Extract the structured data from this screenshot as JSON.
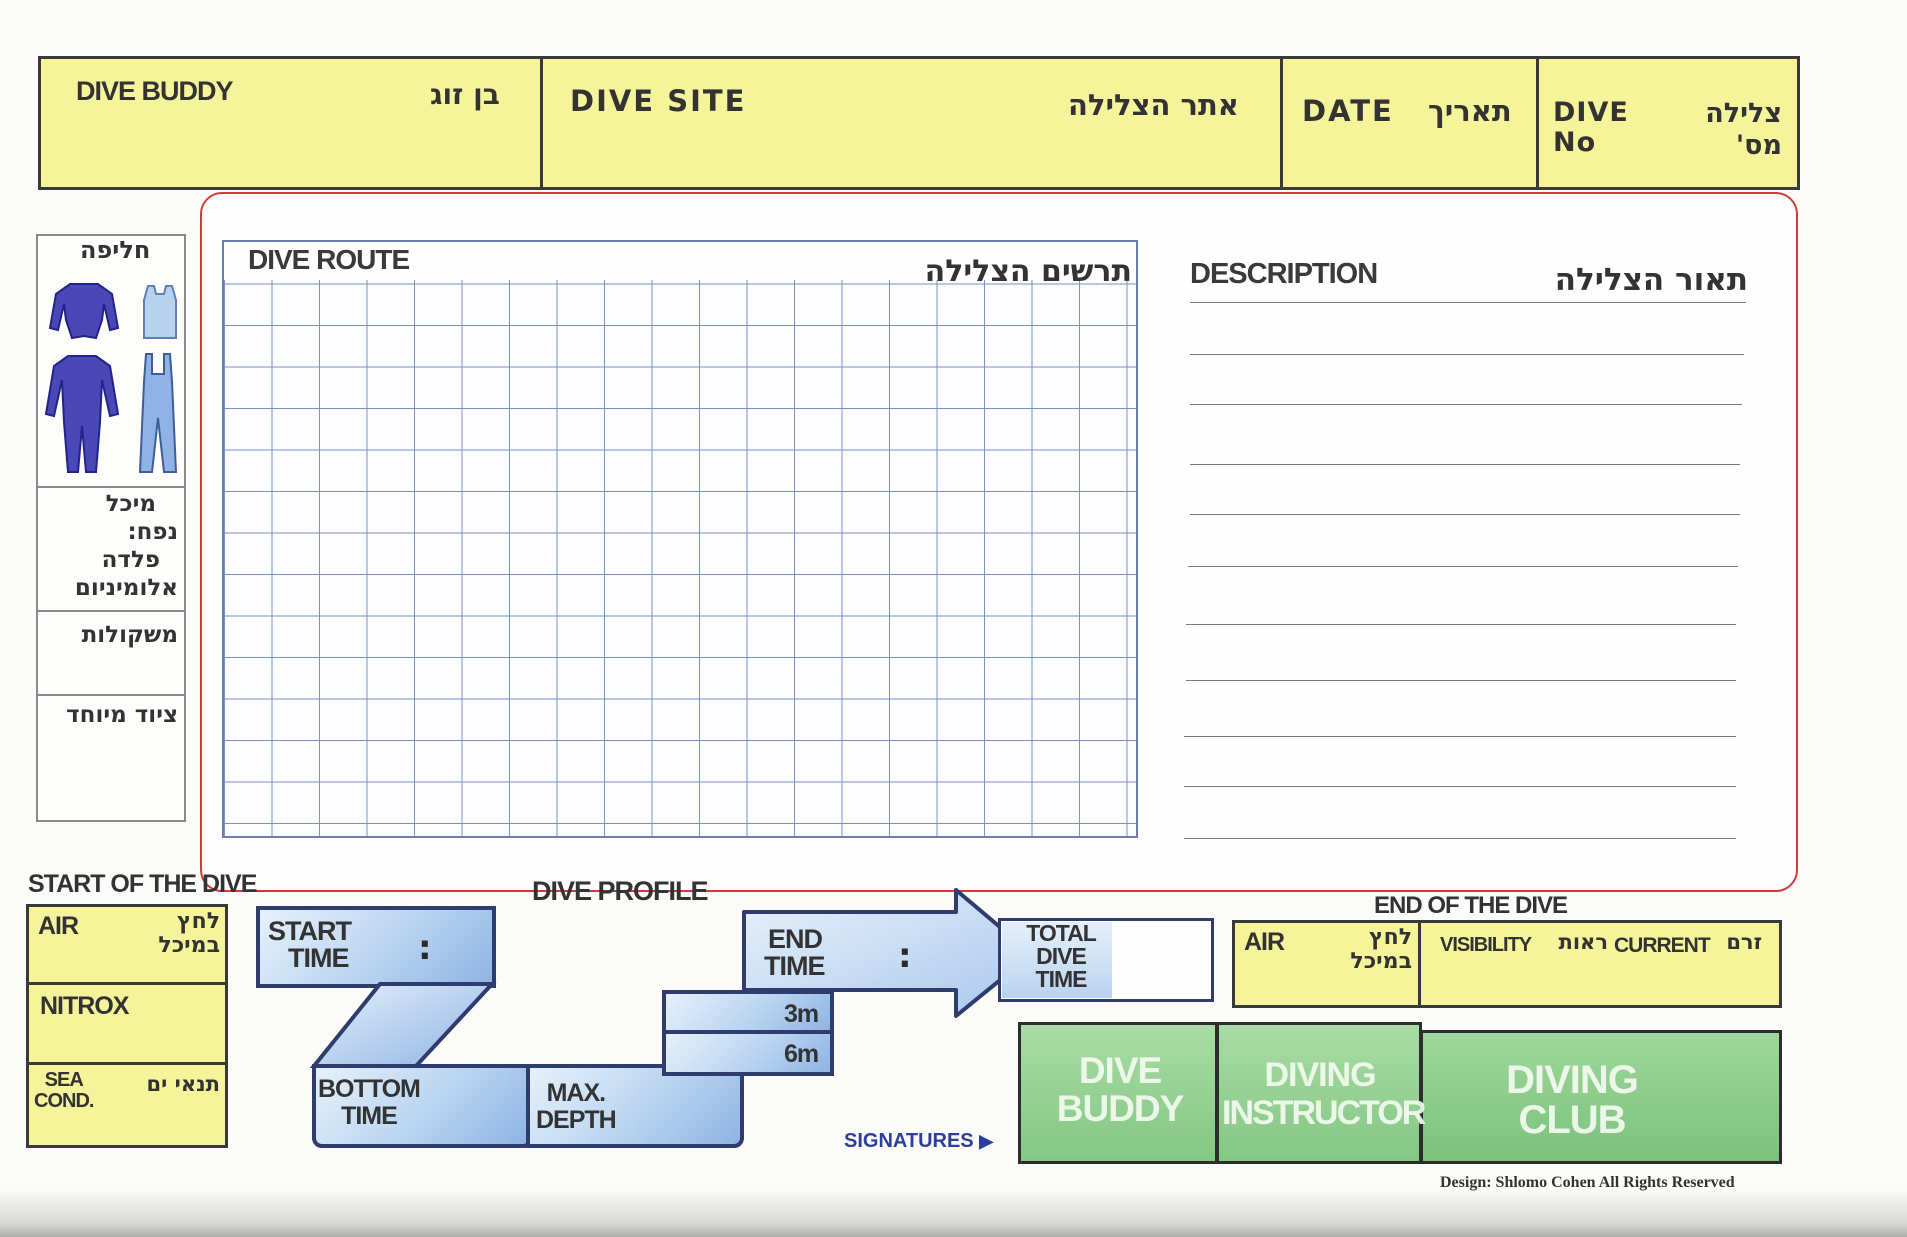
{
  "header": {
    "buddy_en": "DIVE BUDDY",
    "buddy_he": "בן זוג",
    "site_en": "DIVE SITE",
    "site_he": "אתר הצלילה",
    "date_en": "DATE",
    "date_he": "תאריך",
    "diveno_en_1": "DIVE",
    "diveno_en_2": "No",
    "diveno_he_1": "צלילה",
    "diveno_he_2": "מס'"
  },
  "equipment": {
    "suit_he": "חליפה",
    "tank_he_1": "מיכל",
    "tank_he_2": "נפח:",
    "tank_he_3": "פלדה",
    "tank_he_4": "אלומיניום",
    "weights_he": "משקולות",
    "special_he": "ציוד מיוחד"
  },
  "route": {
    "label_en": "DIVE ROUTE",
    "label_he": "תרשים הצלילה"
  },
  "description": {
    "label_en": "DESCRIPTION",
    "label_he": "תאור הצלילה"
  },
  "start": {
    "title": "START OF THE DIVE",
    "air_en": "AIR",
    "air_he_1": "לחץ",
    "air_he_2": "במיכל",
    "nitrox": "NITROX",
    "sea_en_1": "SEA",
    "sea_en_2": "COND.",
    "sea_he": "תנאי ים"
  },
  "profile": {
    "title": "DIVE PROFILE",
    "start_time_1": "START",
    "start_time_2": "TIME",
    "end_time_1": "END",
    "end_time_2": "TIME",
    "colon": ":",
    "total_1": "TOTAL",
    "total_2": "DIVE",
    "total_3": "TIME",
    "bottom_1": "BOTTOM",
    "bottom_2": "TIME",
    "depth_1": "MAX.",
    "depth_2": "DEPTH",
    "stop_3m": "3m",
    "stop_6m": "6m"
  },
  "end": {
    "title": "END OF THE DIVE",
    "air_en": "AIR",
    "air_he_1": "לחץ",
    "air_he_2": "במיכל",
    "visibility_en": "VISIBILITY",
    "visibility_he": "ראות",
    "current_en": "CURRENT",
    "current_he": "זרם"
  },
  "signatures": {
    "label": "SIGNATURES",
    "buddy_1": "DIVE",
    "buddy_2": "BUDDY",
    "instructor_1": "DIVING",
    "instructor_2": "INSTRUCTOR",
    "club_1": "DIVING",
    "club_2": "CLUB"
  },
  "footer": {
    "credit": "Design: Shlomo Cohen All Rights Reserved"
  },
  "colors": {
    "header_yellow": "#f6f49a",
    "frame_red": "#d23a3a",
    "grid_blue": "#7a93c7",
    "sign_green": "#96d194",
    "profile_blue": "#b9d4f0"
  }
}
